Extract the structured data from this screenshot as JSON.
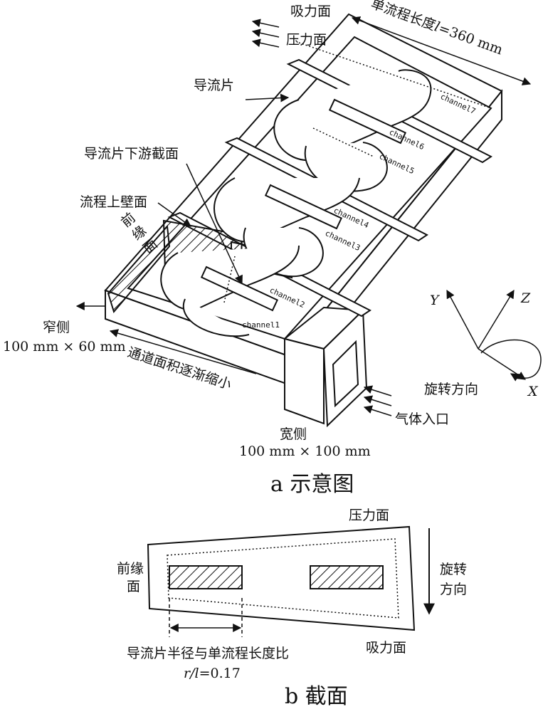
{
  "figure_a": {
    "caption": "a 示意图",
    "labels": {
      "suction_face": "吸力面",
      "pressure_face": "压力面",
      "single_length": "单流程长度",
      "length_symbol": "l",
      "length_value": "=360 mm",
      "vane": "导流片",
      "vane_downstream_section": "导流片下游截面",
      "upper_wall": "流程上壁面",
      "leading_edge": "前\n缘\n面",
      "narrow_side": "窄侧",
      "narrow_dims": "100 mm × 60 mm",
      "area_shrink": "通道面积逐渐缩小",
      "wide_side": "宽侧",
      "wide_dims": "100 mm × 100 mm",
      "gas_inlet": "气体入口",
      "rotation_dir": "旋转方向",
      "axis_x": "X",
      "axis_y": "Y",
      "axis_z": "Z"
    },
    "channels": [
      "channel1",
      "channel2",
      "channel3",
      "channel4",
      "channel5",
      "channel6",
      "channel7"
    ]
  },
  "figure_b": {
    "caption": "b 截面",
    "labels": {
      "pressure_face": "压力面",
      "leading_edge_line1": "前缘",
      "leading_edge_line2": "面",
      "rotation_line1": "旋转",
      "rotation_line2": "方向",
      "suction_face": "吸力面",
      "ratio_label": "导流片半径与单流程长度比",
      "ratio_symbol": "r/l",
      "ratio_value": "=0.17"
    }
  }
}
